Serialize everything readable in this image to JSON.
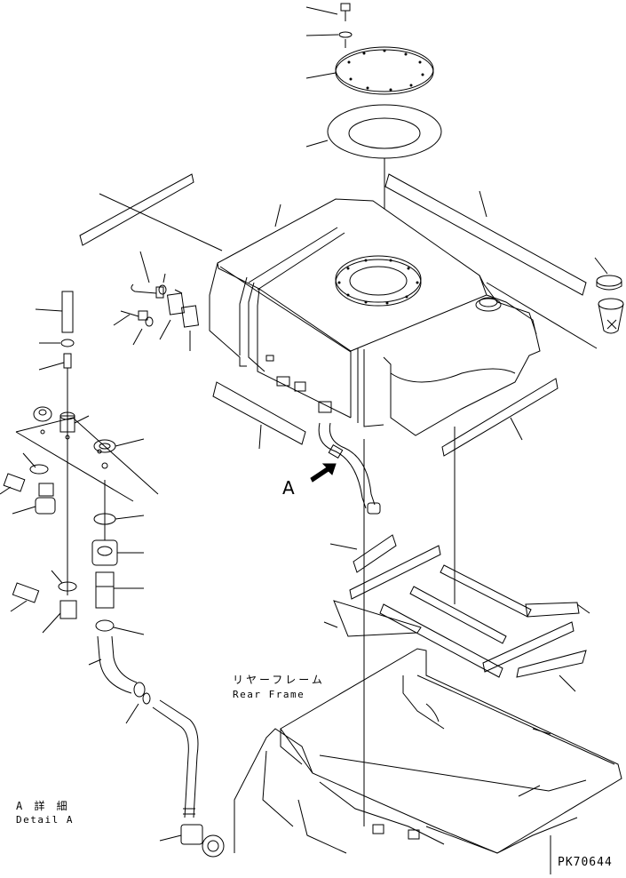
{
  "labels": {
    "callout": "A",
    "rear_frame_jp": "リヤーフレーム",
    "rear_frame_en": "Rear Frame",
    "detail_jp": "A 詳 細",
    "detail_en": "Detail A",
    "drawing_number": "PK70644"
  }
}
